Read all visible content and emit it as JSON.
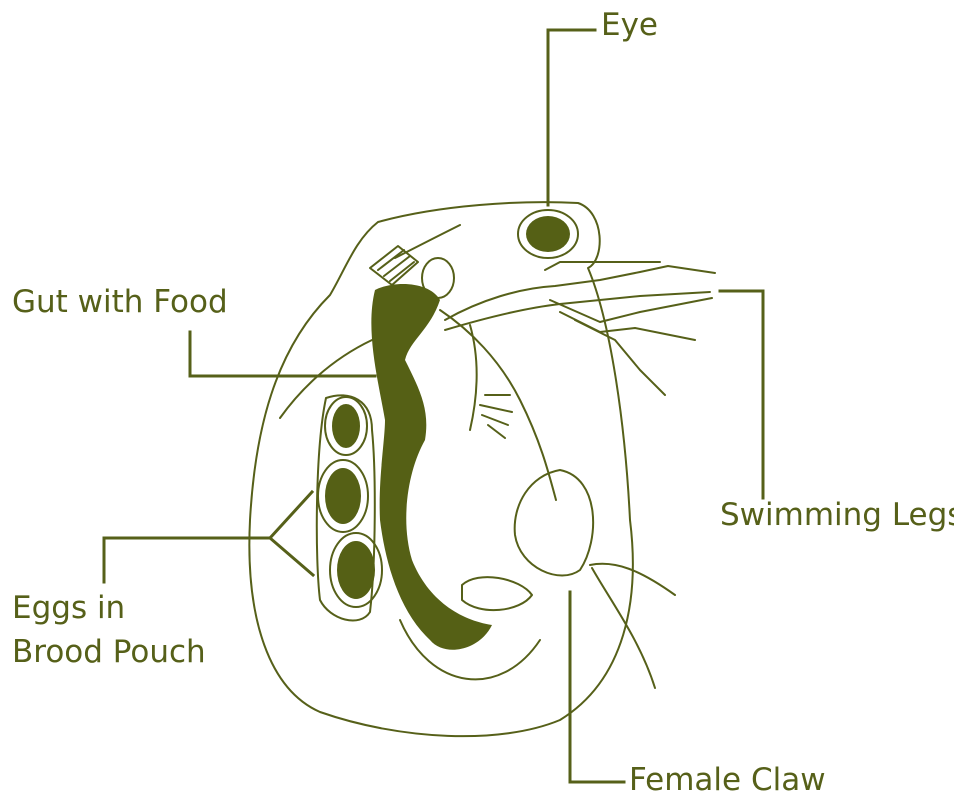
{
  "theme": {
    "ink": "#566019",
    "dark_fill": "#556015",
    "paper": "#ffffff"
  },
  "labels": {
    "eye": "Eye",
    "gut": "Gut with Food",
    "swimming_legs": "Swimming Legs",
    "eggs_line1": "Eggs in",
    "eggs_line2": "Brood Pouch",
    "female_claw": "Female Claw"
  }
}
